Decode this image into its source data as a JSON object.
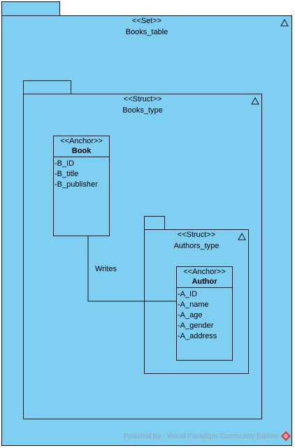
{
  "books_table": {
    "stereotype": "<<Set>>",
    "name": "Books_table"
  },
  "books_type": {
    "stereotype": "<<Struct>>",
    "name": "Books_type"
  },
  "authors_type": {
    "stereotype": "<<Struct>>",
    "name": "Authors_type"
  },
  "book": {
    "stereotype": "<<Anchor>>",
    "name": "Book",
    "attributes": [
      "-B_ID",
      "-B_title",
      "-B_publisher"
    ]
  },
  "author": {
    "stereotype": "<<Anchor>>",
    "name": "Author",
    "attributes": [
      "-A_ID",
      "-A_name",
      "-A_age",
      "-A_gender",
      "-A_address"
    ]
  },
  "association": {
    "label": "Writes"
  },
  "footer": {
    "text": "Powered By : Visual Paradigm Community Edition"
  },
  "icons": {
    "package": "triangle-icon",
    "logo": "visual-paradigm-logo-icon"
  },
  "colors": {
    "fill": "#7fcff3",
    "line": "#111111",
    "footer": "#9aa0a6",
    "logo": "#d9343b"
  }
}
